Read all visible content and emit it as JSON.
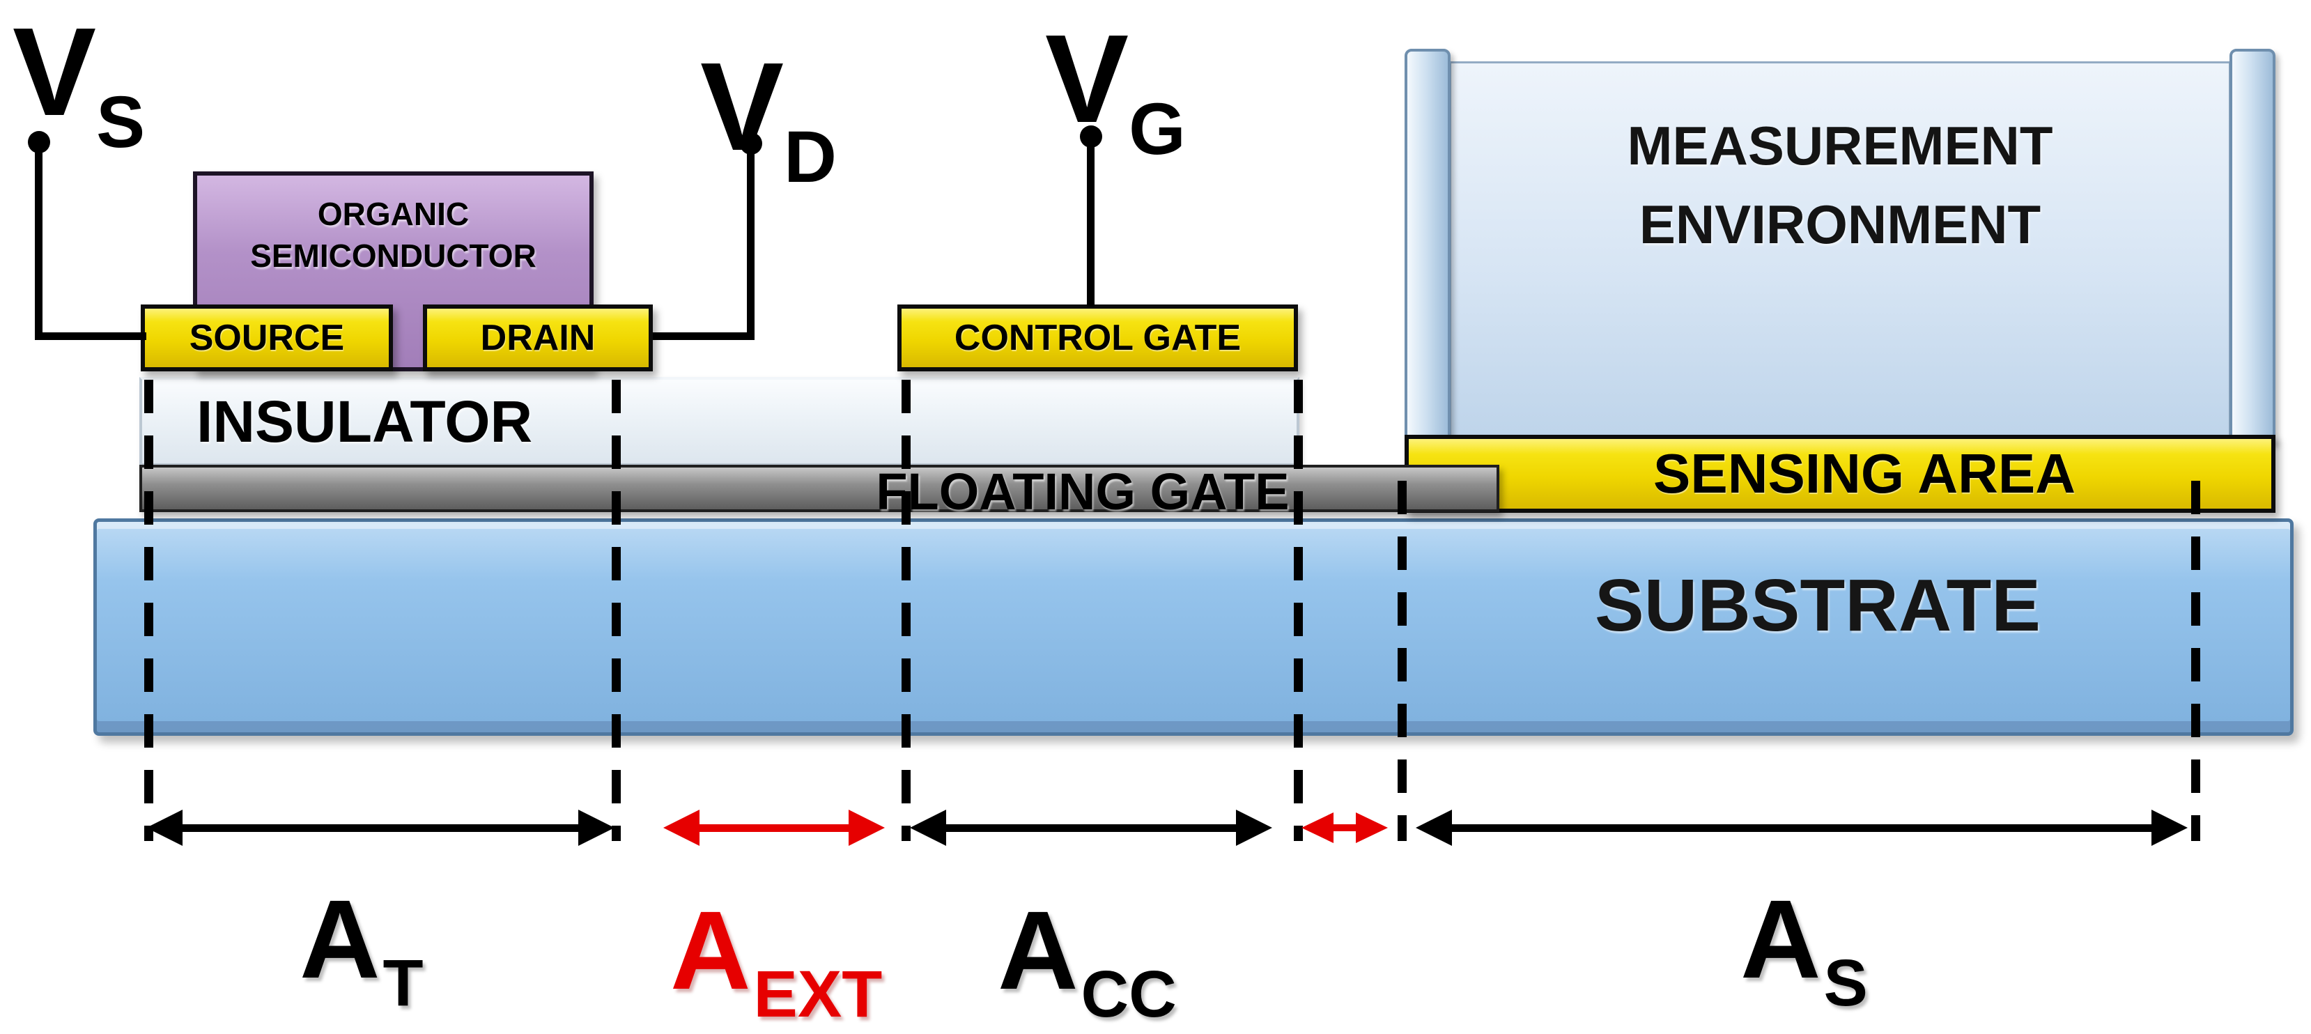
{
  "terminals": {
    "vs": {
      "main": "V",
      "sub": "S"
    },
    "vd": {
      "main": "V",
      "sub": "D"
    },
    "vg": {
      "main": "V",
      "sub": "G"
    }
  },
  "layers": {
    "organic_semiconductor": {
      "line1": "ORGANIC",
      "line2": "SEMICONDUCTOR"
    },
    "source": {
      "label": "SOURCE"
    },
    "drain": {
      "label": "DRAIN"
    },
    "control_gate": {
      "label": "CONTROL GATE"
    },
    "insulator": {
      "label": "INSULATOR"
    },
    "floating_gate": {
      "label": "FLOATING GATE"
    },
    "measurement_environment": {
      "line1": "MEASUREMENT",
      "line2": "ENVIRONMENT"
    },
    "sensing_area": {
      "label": "SENSING AREA"
    },
    "substrate": {
      "label": "SUBSTRATE"
    }
  },
  "dimension_labels": {
    "at": {
      "main": "A",
      "sub": "T"
    },
    "aext": {
      "main": "A",
      "sub": "EXT"
    },
    "acc": {
      "main": "A",
      "sub": "CC"
    },
    "as": {
      "main": "A",
      "sub": "S"
    }
  },
  "colors": {
    "electrode_yellow": "#efd600",
    "semiconductor_purple": "#b391c8",
    "insulator_light": "#ecf2f7",
    "floating_gate_gray": "#8f8f8f",
    "environment_blue": "#d7e5f4",
    "substrate_blue": "#96c4ec",
    "dimension_red": "#e60000",
    "line_black": "#000000"
  }
}
